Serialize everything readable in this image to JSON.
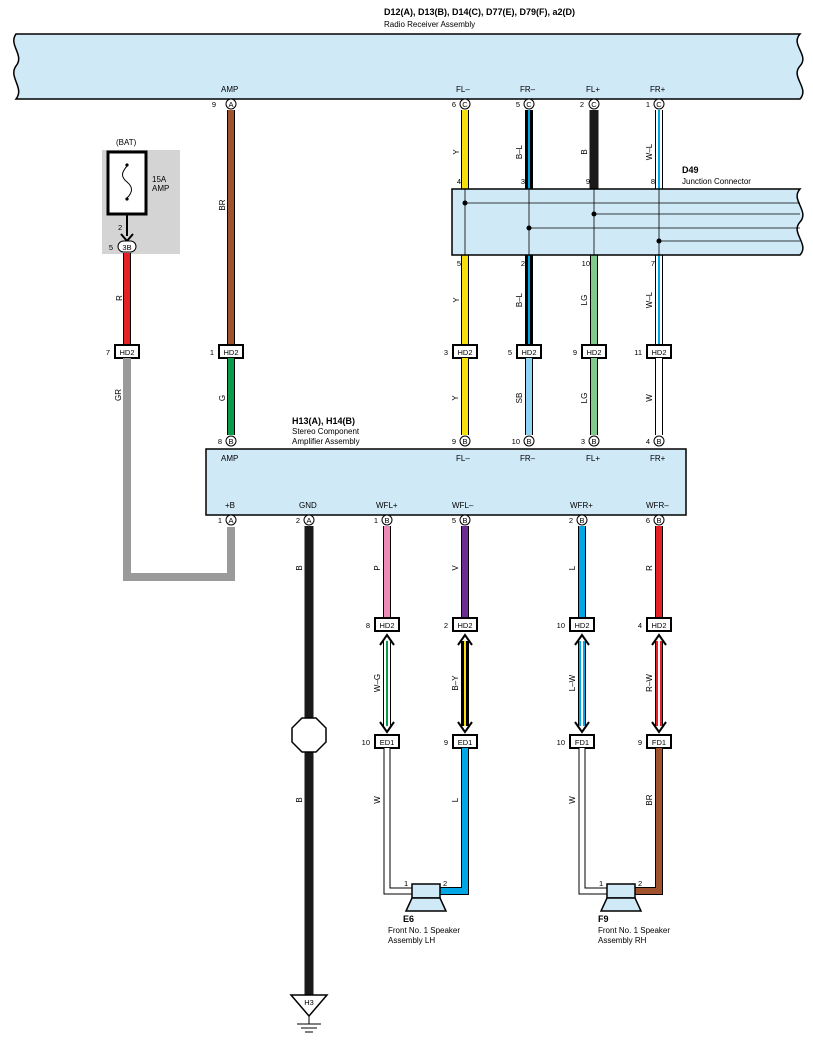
{
  "radio": {
    "ids": "D12(A), D13(B), D14(C), D77(E), D79(F), a2(D)",
    "name": "Radio Receiver Assembly",
    "pins": [
      {
        "num": "9",
        "ltr": "A",
        "label": "AMP"
      },
      {
        "num": "6",
        "ltr": "C",
        "label": "FL–"
      },
      {
        "num": "5",
        "ltr": "C",
        "label": "FR–"
      },
      {
        "num": "2",
        "ltr": "C",
        "label": "FL+"
      },
      {
        "num": "1",
        "ltr": "C",
        "label": "FR+"
      }
    ]
  },
  "fuse": {
    "bat": "(BAT)",
    "rating": "15A",
    "unit": "AMP",
    "pin": "2",
    "conn_num": "5",
    "conn": "3B"
  },
  "junction": {
    "id": "D49",
    "name": "Junction Connector",
    "top_pins": [
      "4",
      "3",
      "9",
      "8"
    ],
    "bottom_pins": [
      "5",
      "2",
      "10",
      "7"
    ]
  },
  "hd2_top": [
    {
      "num": "7",
      "label": "HD2"
    },
    {
      "num": "1",
      "label": "HD2"
    },
    {
      "num": "3",
      "label": "HD2"
    },
    {
      "num": "5",
      "label": "HD2"
    },
    {
      "num": "9",
      "label": "HD2"
    },
    {
      "num": "11",
      "label": "HD2"
    }
  ],
  "amplifier": {
    "ids": "H13(A), H14(B)",
    "name1": "Stereo Component",
    "name2": "Amplifier Assembly",
    "top_pins": [
      {
        "num": "8",
        "ltr": "B",
        "label": "AMP"
      },
      {
        "num": "9",
        "ltr": "B",
        "label": "FL–"
      },
      {
        "num": "10",
        "ltr": "B",
        "label": "FR–"
      },
      {
        "num": "3",
        "ltr": "B",
        "label": "FL+"
      },
      {
        "num": "4",
        "ltr": "B",
        "label": "FR+"
      }
    ],
    "bottom_pins": [
      {
        "num": "1",
        "ltr": "A",
        "label": "+B"
      },
      {
        "num": "2",
        "ltr": "A",
        "label": "GND"
      },
      {
        "num": "1",
        "ltr": "B",
        "label": "WFL+"
      },
      {
        "num": "5",
        "ltr": "B",
        "label": "WFL–"
      },
      {
        "num": "2",
        "ltr": "B",
        "label": "WFR+"
      },
      {
        "num": "6",
        "ltr": "B",
        "label": "WFR–"
      }
    ]
  },
  "hd2_bottom": [
    {
      "num": "8",
      "label": "HD2"
    },
    {
      "num": "2",
      "label": "HD2"
    },
    {
      "num": "10",
      "label": "HD2"
    },
    {
      "num": "4",
      "label": "HD2"
    }
  ],
  "speaker_conns": [
    {
      "num": "10",
      "label": "ED1"
    },
    {
      "num": "9",
      "label": "ED1"
    },
    {
      "num": "10",
      "label": "FD1"
    },
    {
      "num": "9",
      "label": "FD1"
    }
  ],
  "wire_colors": {
    "r_fuse": "R",
    "gr": "GR",
    "br_amp": "BR",
    "g_amp": "G",
    "y1": "Y",
    "y2": "Y",
    "y3": "Y",
    "bl1": "B–L",
    "bl2": "B–L",
    "sb": "SB",
    "b_flp": "B",
    "lg1": "LG",
    "lg2": "LG",
    "wl1": "W–L",
    "wl2": "W–L",
    "w_frp": "W",
    "b_gnd1": "B",
    "b_gnd2": "B",
    "p": "P",
    "v": "V",
    "l": "L",
    "r_wfr": "R",
    "wg": "W–G",
    "by": "B–Y",
    "lw": "L–W",
    "rw": "R–W",
    "w_e6": "W",
    "l_e6": "L",
    "w_f9": "W",
    "br_f9": "BR"
  },
  "speakers": [
    {
      "id": "E6",
      "name1": "Front No.  1 Speaker",
      "name2": "Assembly LH",
      "pin1": "1",
      "pin2": "2"
    },
    {
      "id": "F9",
      "name1": "Front No.  1 Speaker",
      "name2": "Assembly RH",
      "pin1": "1",
      "pin2": "2"
    }
  ],
  "ground": {
    "id": "H3"
  },
  "colors": {
    "component_fill": "#cfe9f7",
    "fuse_box": "#d4d4d4",
    "red": "#e52027",
    "brown": "#a0522d",
    "green": "#0a9a48",
    "yellow": "#f8e00c",
    "black": "#1a1a1a",
    "blue": "#00a6e6",
    "sky": "#8fd3f2",
    "light_green": "#7fcb8d",
    "gray": "#9a9a9a",
    "pink": "#f08ab7",
    "violet": "#6d2c91"
  }
}
